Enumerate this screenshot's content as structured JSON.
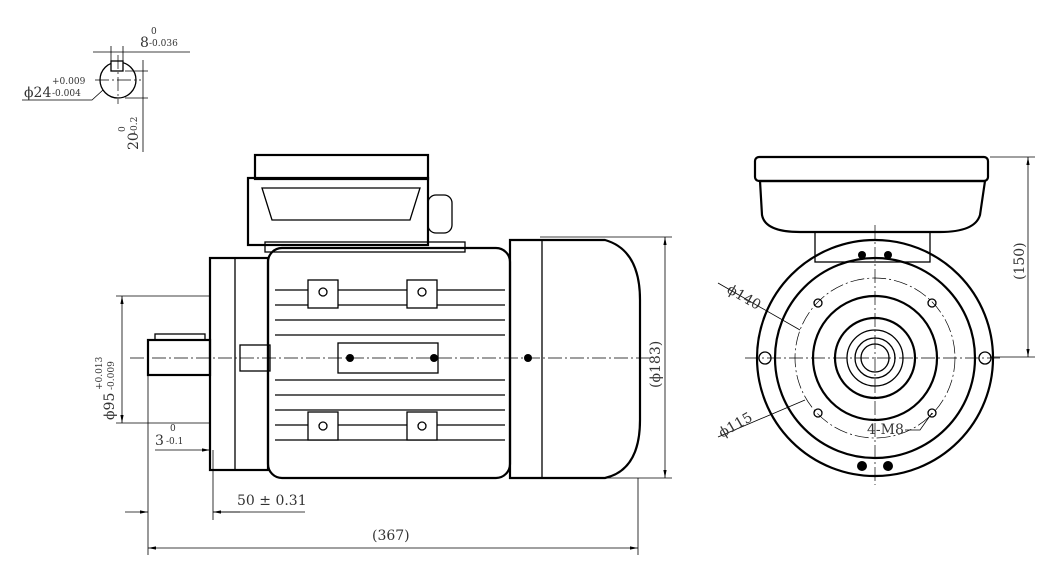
{
  "title": "Single-phase motor outline drawing",
  "shaft_detail": {
    "key_width": {
      "nominal": "8",
      "upper": "0",
      "lower": "-0.036"
    },
    "shaft_diameter": {
      "nominal": "ϕ24",
      "upper": "+0.009",
      "lower": "-0.004"
    },
    "key_height": {
      "nominal": "20",
      "upper": "0",
      "lower": "-0.2"
    }
  },
  "side_view": {
    "spigot_diameter": {
      "nominal": "ϕ95",
      "upper": "+0.013",
      "lower": "-0.009"
    },
    "spigot_depth": {
      "nominal": "3",
      "upper": "0",
      "lower": "-0.1"
    },
    "shaft_length": "50 ± 0.31",
    "overall_length": "(367)",
    "overall_height": "(ϕ183)"
  },
  "end_view": {
    "pcd": "ϕ140",
    "spigot": "ϕ115",
    "holes": "4-M8",
    "height": "(150)"
  }
}
